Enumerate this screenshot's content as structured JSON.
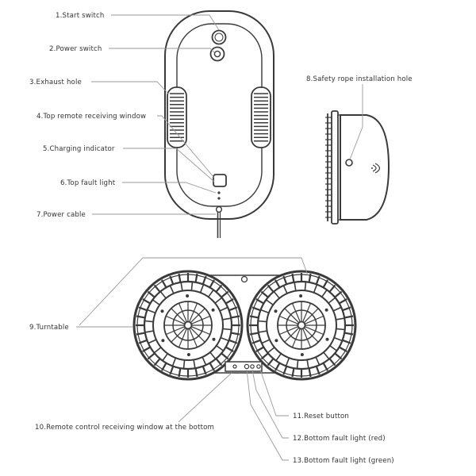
{
  "labels": [
    {
      "id": "start-switch",
      "text": "1.Start switch"
    },
    {
      "id": "power-switch",
      "text": "2.Power switch"
    },
    {
      "id": "exhaust-hole",
      "text": "3.Exhaust hole"
    },
    {
      "id": "top-remote-receiving-window",
      "text": "4.Top remote receiving window"
    },
    {
      "id": "charging-indicator",
      "text": "5.Charging indicator"
    },
    {
      "id": "top-fault-light",
      "text": "6.Top fault light"
    },
    {
      "id": "power-cable",
      "text": "7.Power cable"
    },
    {
      "id": "safety-rope-installation-hole",
      "text": "8.Safety rope installation hole"
    },
    {
      "id": "turntable",
      "text": "9.Turntable"
    },
    {
      "id": "remote-control-receiving-window-bottom",
      "text": "10.Remote control receiving window at the bottom"
    },
    {
      "id": "reset-button",
      "text": "11.Reset button"
    },
    {
      "id": "bottom-fault-light-red",
      "text": "12.Bottom fault light (red)"
    },
    {
      "id": "bottom-fault-light-green",
      "text": "13.Bottom fault light (green)"
    }
  ]
}
